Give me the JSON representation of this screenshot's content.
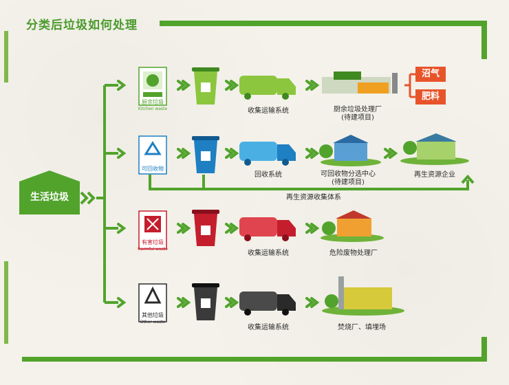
{
  "title": "分类后垃圾如何处理",
  "source": "生活垃圾",
  "colors": {
    "green": "#52a32c",
    "blue": "#1e7fc3",
    "red": "#c41e2d",
    "black": "#2a2a2a",
    "orange": "#e8542a"
  },
  "rows": [
    {
      "category": "厨余垃圾",
      "category_en": "Kitchen waste",
      "color": "#52a32c",
      "icon": "kitchen-waste-icon",
      "steps": [
        "收集运输系统",
        "厨余垃圾处理厂",
        "(待建项目)"
      ],
      "outputs": [
        "沼气",
        "肥料"
      ]
    },
    {
      "category": "可回收物",
      "category_en": "",
      "color": "#1e7fc3",
      "icon": "recyclable-icon",
      "steps": [
        "回收系统",
        "可回收物分选中心",
        "(待建项目)",
        "再生资源企业"
      ],
      "loop": "再生资源收集体系"
    },
    {
      "category": "有害垃圾",
      "category_en": "Harmful waste",
      "color": "#c41e2d",
      "icon": "harmful-waste-icon",
      "steps": [
        "收集运输系统",
        "危险废物处理厂"
      ]
    },
    {
      "category": "其他垃圾",
      "category_en": "Other waste",
      "color": "#2a2a2a",
      "icon": "other-waste-icon",
      "steps": [
        "收集运输系统",
        "焚烧厂、填埋场"
      ]
    }
  ]
}
